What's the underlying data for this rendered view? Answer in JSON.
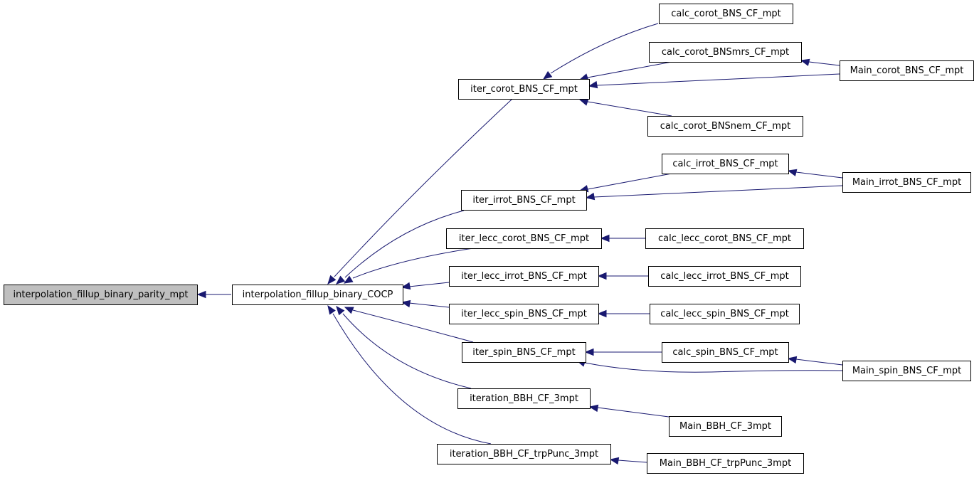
{
  "graph": {
    "root": "interpolation_fillup_binary_parity_mpt",
    "nodes": [
      {
        "id": "n_root",
        "label": "interpolation_fillup_binary_parity_mpt",
        "root": true
      },
      {
        "id": "n_cocp",
        "label": "interpolation_fillup_binary_COCP"
      },
      {
        "id": "n_ic",
        "label": "iter_corot_BNS_CF_mpt"
      },
      {
        "id": "n_ii",
        "label": "iter_irrot_BNS_CF_mpt"
      },
      {
        "id": "n_ilc",
        "label": "iter_lecc_corot_BNS_CF_mpt"
      },
      {
        "id": "n_ili",
        "label": "iter_lecc_irrot_BNS_CF_mpt"
      },
      {
        "id": "n_ils",
        "label": "iter_lecc_spin_BNS_CF_mpt"
      },
      {
        "id": "n_is",
        "label": "iter_spin_BNS_CF_mpt"
      },
      {
        "id": "n_ib",
        "label": "iteration_BBH_CF_3mpt"
      },
      {
        "id": "n_ibt",
        "label": "iteration_BBH_CF_trpPunc_3mpt"
      },
      {
        "id": "n_cc",
        "label": "calc_corot_BNS_CF_mpt"
      },
      {
        "id": "n_ccm",
        "label": "calc_corot_BNSmrs_CF_mpt"
      },
      {
        "id": "n_ccn",
        "label": "calc_corot_BNSnem_CF_mpt"
      },
      {
        "id": "n_ci",
        "label": "calc_irrot_BNS_CF_mpt"
      },
      {
        "id": "n_clc",
        "label": "calc_lecc_corot_BNS_CF_mpt"
      },
      {
        "id": "n_cli",
        "label": "calc_lecc_irrot_BNS_CF_mpt"
      },
      {
        "id": "n_cls",
        "label": "calc_lecc_spin_BNS_CF_mpt"
      },
      {
        "id": "n_cs",
        "label": "calc_spin_BNS_CF_mpt"
      },
      {
        "id": "n_mb",
        "label": "Main_BBH_CF_3mpt"
      },
      {
        "id": "n_mbt",
        "label": "Main_BBH_CF_trpPunc_3mpt"
      },
      {
        "id": "n_mc",
        "label": "Main_corot_BNS_CF_mpt"
      },
      {
        "id": "n_mi",
        "label": "Main_irrot_BNS_CF_mpt"
      },
      {
        "id": "n_ms",
        "label": "Main_spin_BNS_CF_mpt"
      }
    ],
    "edges": [
      {
        "from": "n_root",
        "to": "n_cocp"
      },
      {
        "from": "n_cocp",
        "to": "n_ic"
      },
      {
        "from": "n_cocp",
        "to": "n_ii"
      },
      {
        "from": "n_cocp",
        "to": "n_ilc"
      },
      {
        "from": "n_cocp",
        "to": "n_ili"
      },
      {
        "from": "n_cocp",
        "to": "n_ils"
      },
      {
        "from": "n_cocp",
        "to": "n_is"
      },
      {
        "from": "n_cocp",
        "to": "n_ib"
      },
      {
        "from": "n_cocp",
        "to": "n_ibt"
      },
      {
        "from": "n_ic",
        "to": "n_cc"
      },
      {
        "from": "n_ic",
        "to": "n_ccm"
      },
      {
        "from": "n_ic",
        "to": "n_mc"
      },
      {
        "from": "n_ic",
        "to": "n_ccn"
      },
      {
        "from": "n_ccm",
        "to": "n_mc"
      },
      {
        "from": "n_ii",
        "to": "n_ci"
      },
      {
        "from": "n_ii",
        "to": "n_mi"
      },
      {
        "from": "n_ci",
        "to": "n_mi"
      },
      {
        "from": "n_ilc",
        "to": "n_clc"
      },
      {
        "from": "n_ili",
        "to": "n_cli"
      },
      {
        "from": "n_ils",
        "to": "n_cls"
      },
      {
        "from": "n_is",
        "to": "n_cs"
      },
      {
        "from": "n_is",
        "to": "n_ms"
      },
      {
        "from": "n_cs",
        "to": "n_ms"
      },
      {
        "from": "n_ib",
        "to": "n_mb"
      },
      {
        "from": "n_ibt",
        "to": "n_mbt"
      }
    ],
    "colors": {
      "edge": "#191970",
      "root_fill": "#bfbfbf",
      "node_fill": "#ffffff",
      "node_stroke": "#000000"
    }
  }
}
